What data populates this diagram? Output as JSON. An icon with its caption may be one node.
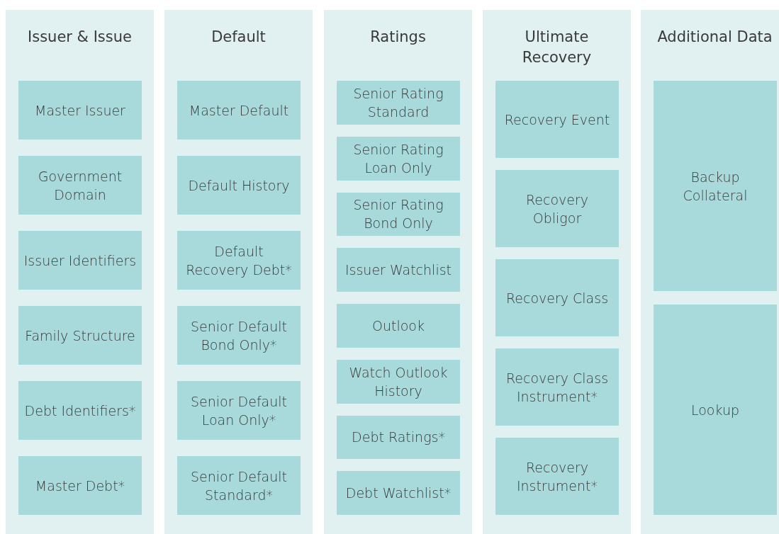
{
  "diagram": {
    "nodes": [
      {
        "text": [
          "Issuer & Issue"
        ]
      },
      {
        "text": [
          "Master Issuer"
        ],
        "in": 0
      },
      {
        "text": [
          "Government Domain"
        ],
        "in": 0
      },
      {
        "text": [
          "Issuer Identifiers"
        ],
        "in": 0
      },
      {
        "text": [
          "Family Structure"
        ],
        "in": 0
      },
      {
        "text": [
          "Debt Identifiers*"
        ],
        "in": 0
      },
      {
        "text": [
          "Master Debt*"
        ],
        "in": 0
      },
      {
        "text": [
          "Default"
        ]
      },
      {
        "text": [
          "Master Default"
        ],
        "in": 7
      },
      {
        "text": [
          "Default History"
        ],
        "in": 7
      },
      {
        "text": [
          "Default Recovery Debt*"
        ],
        "in": 7
      },
      {
        "text": [
          "Senior Default Bond Only*"
        ],
        "in": 7
      },
      {
        "text": [
          "Senior Default Loan Only*"
        ],
        "in": 7
      },
      {
        "text": [
          "Senior Default Standard*"
        ],
        "in": 7
      },
      {
        "text": [
          "Ratings"
        ]
      },
      {
        "text": [
          "Senior Rating Standard"
        ],
        "in": 14
      },
      {
        "text": [
          "Senior Rating Loan Only"
        ],
        "in": 14
      },
      {
        "text": [
          "Senior Rating Bond Only"
        ],
        "in": 14
      },
      {
        "text": [
          "Issuer Watchlist"
        ],
        "in": 14
      },
      {
        "text": [
          "Outlook"
        ],
        "in": 14
      },
      {
        "text": [
          "Watch Outlook History"
        ],
        "in": 14
      },
      {
        "text": [
          "Debt Ratings*"
        ],
        "in": 14
      },
      {
        "text": [
          "Debt Watchlist*"
        ],
        "in": 14
      },
      {
        "text": [
          "Ultimate Recovery"
        ]
      },
      {
        "text": [
          "Recovery Event"
        ],
        "in": 23
      },
      {
        "text": [
          "Recovery Obligor"
        ],
        "in": 23
      },
      {
        "text": [
          "Recovery Class"
        ],
        "in": 23
      },
      {
        "text": [
          "Recovery Class Instrument*"
        ],
        "in": 23
      },
      {
        "text": [
          "Recovery Instrument*"
        ],
        "in": 23
      },
      {
        "text": [
          "Additional Data"
        ]
      },
      {
        "text": [
          "Backup Collateral"
        ],
        "in": 29
      },
      {
        "text": [
          "Lookup"
        ],
        "in": 29
      }
    ]
  }
}
